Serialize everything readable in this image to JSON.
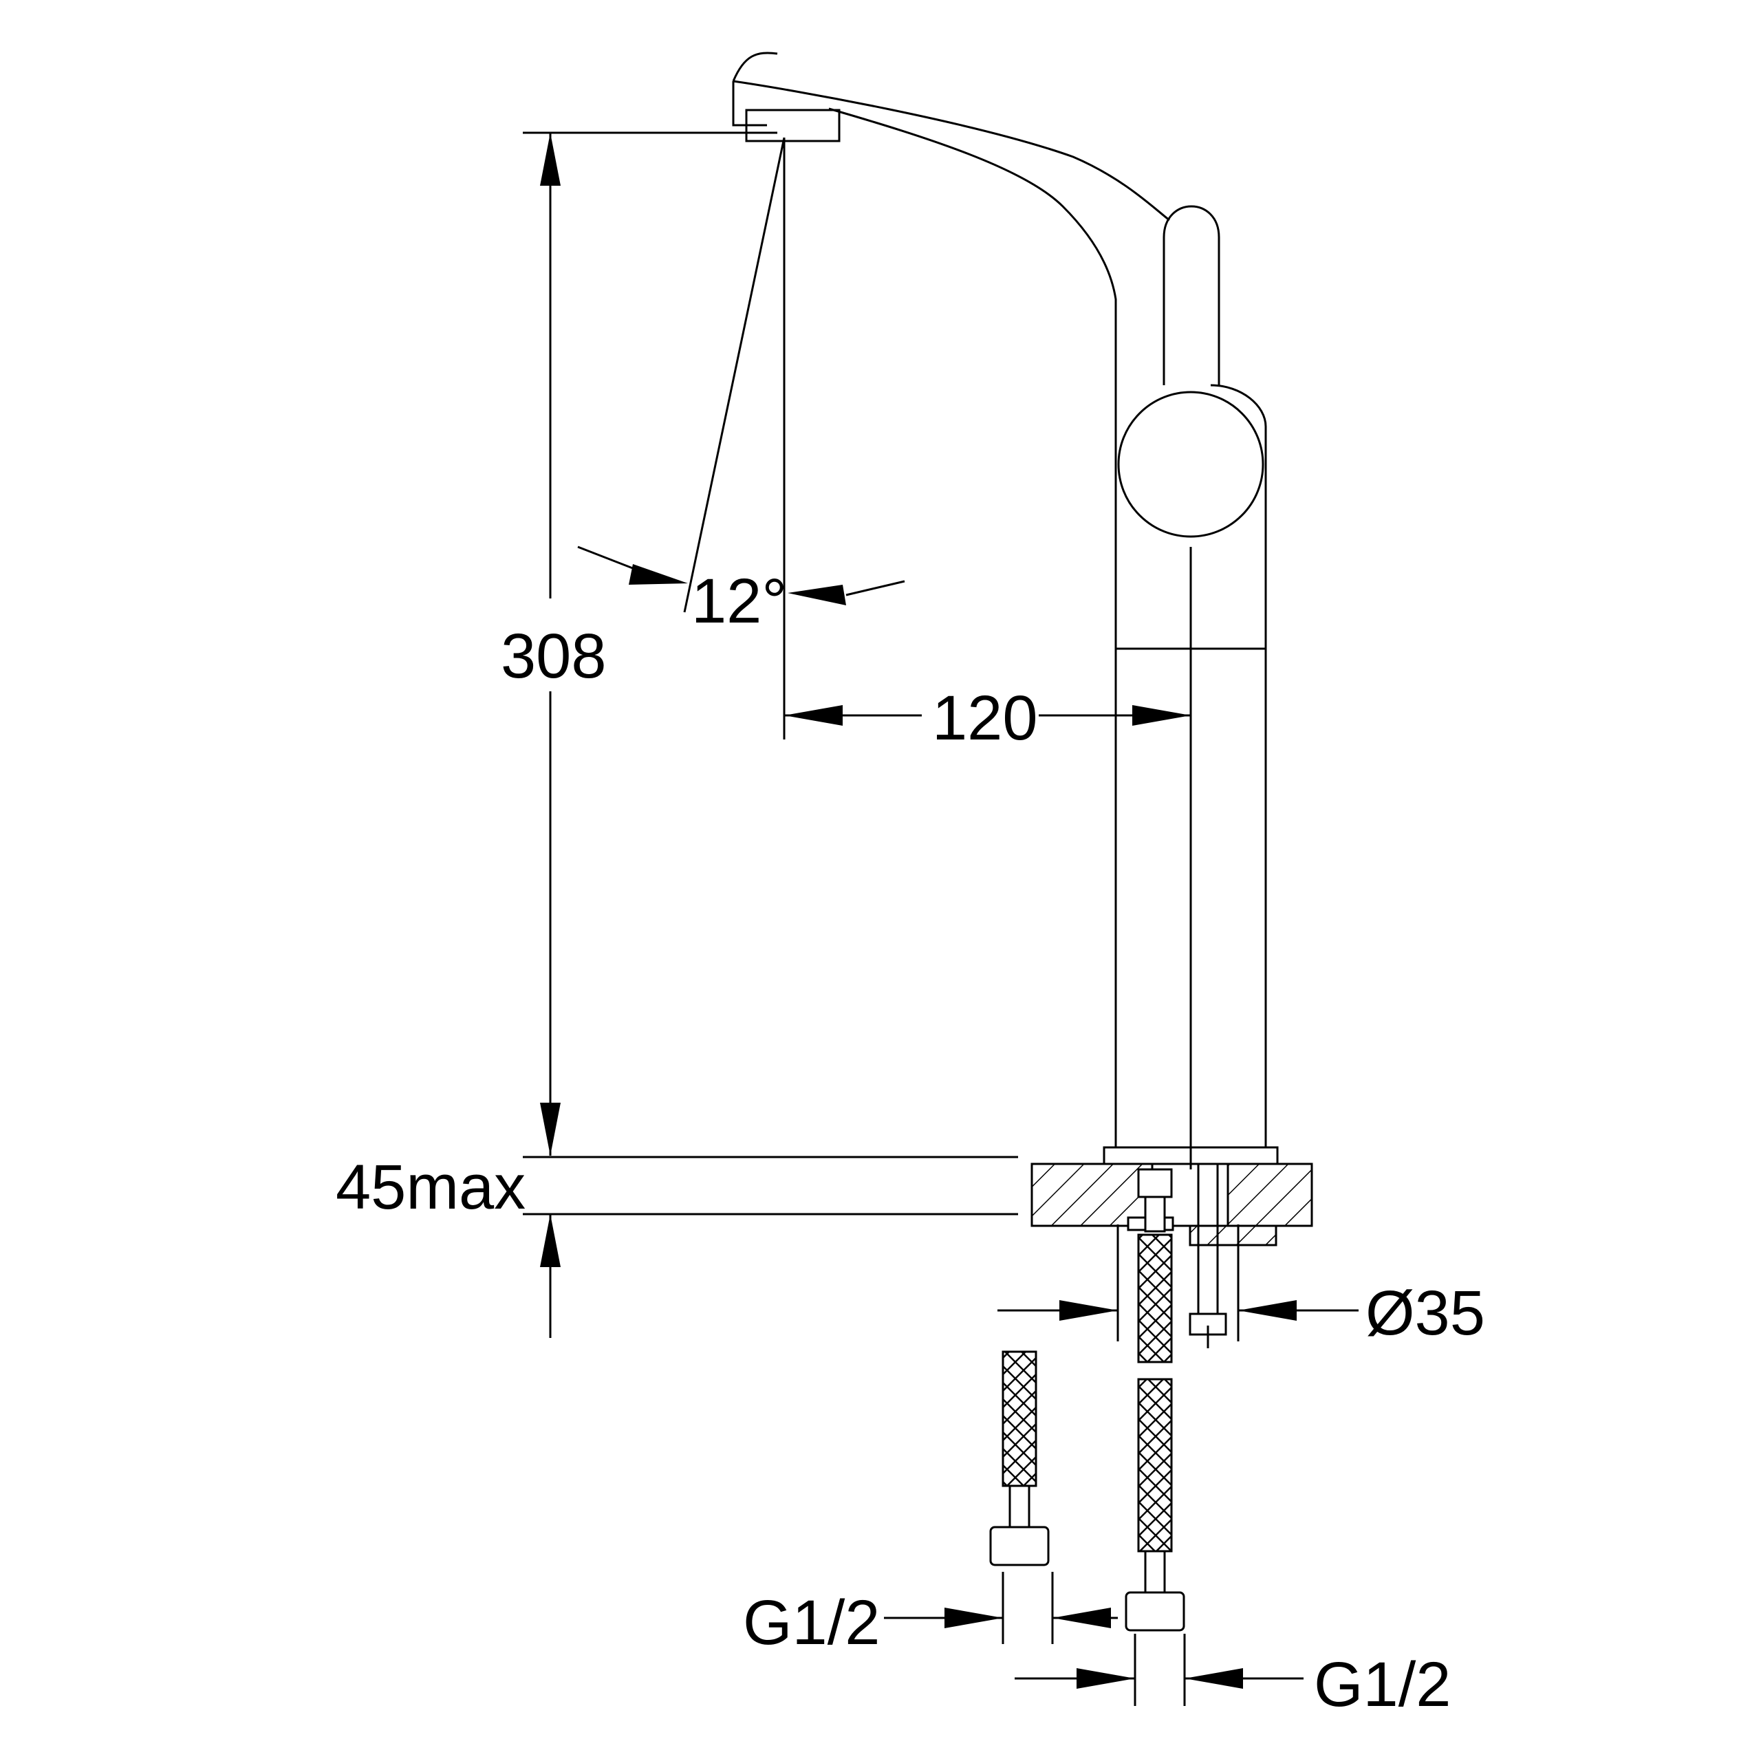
{
  "colors": {
    "line": "#000000",
    "background": "#ffffff"
  },
  "dimensions": {
    "height": "308",
    "angle": "12°",
    "reach": "120",
    "deck_thickness": "45max",
    "base_diameter": "Ø35",
    "hose_thread_left": "G1/2",
    "hose_thread_right": "G1/2"
  }
}
